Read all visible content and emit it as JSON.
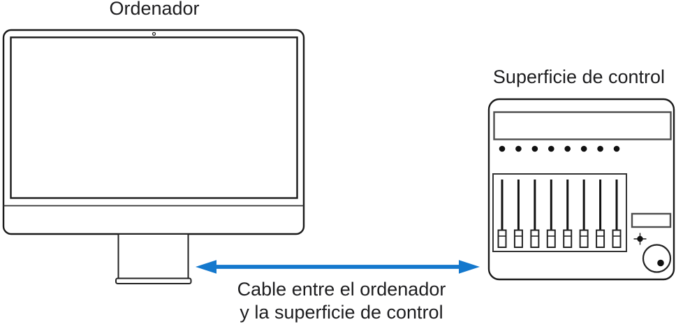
{
  "diagram": {
    "computer": {
      "label": "Ordenador"
    },
    "control_surface": {
      "label": "Superficie de control",
      "led_count": 8,
      "fader_count": 8
    },
    "cable": {
      "label_line1": "Cable entre el ordenador",
      "label_line2": "y la superficie de control",
      "arrow_color": "#1478cd"
    },
    "colors": {
      "outline": "#1a1a1a",
      "panel_outline": "#4d4d4d",
      "text": "#1d1d1f",
      "background": "#ffffff",
      "arrow_blue": "#1478cd"
    }
  }
}
